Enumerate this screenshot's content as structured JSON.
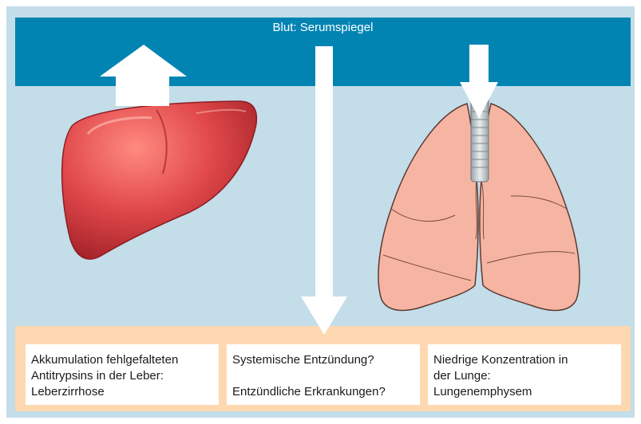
{
  "blood": {
    "label": "Blut: Serumspiegel"
  },
  "boxes": [
    {
      "lines": [
        "Akkumulation fehlgefalteten",
        "Antitrypsins in der Leber:",
        "Leberzirrhose"
      ]
    },
    {
      "lines": [
        "Systemische Entzündung?",
        "Entzündliche Erkrankungen?"
      ]
    },
    {
      "lines": [
        "Niedrige Konzentration in",
        "der Lunge:",
        "Lungenemphysem"
      ]
    }
  ],
  "colors": {
    "panel": "#c3dde9",
    "blood_band": "#0284b3",
    "bottom_box": "#fdd8b0",
    "liver": "#e0474a",
    "lung": "#f6b5a2",
    "arrow": "#ffffff"
  },
  "icons": [
    "arrow-up-icon",
    "arrow-down-icon",
    "liver-icon",
    "lungs-icon",
    "trachea-icon"
  ]
}
